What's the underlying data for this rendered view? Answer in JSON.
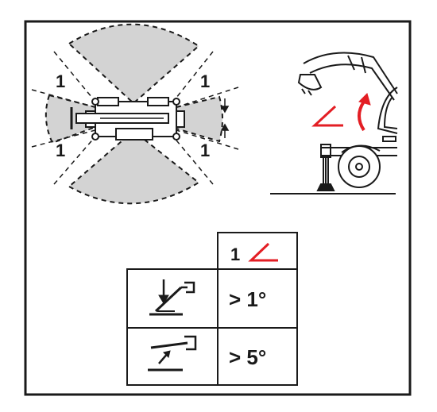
{
  "diagram": {
    "zone_labels": [
      "1",
      "1",
      "1",
      "1"
    ],
    "table": {
      "header_number": "1",
      "header_symbol": "angle-icon",
      "rows": [
        {
          "icon": "boom-raise-icon",
          "value": "> 1°"
        },
        {
          "icon": "boom-lower-icon",
          "value": "> 5°"
        }
      ]
    }
  },
  "colors": {
    "line": "#1a1a1a",
    "zone_fill": "#d3d3d3",
    "accent_red": "#e31e24",
    "background": "#ffffff"
  }
}
